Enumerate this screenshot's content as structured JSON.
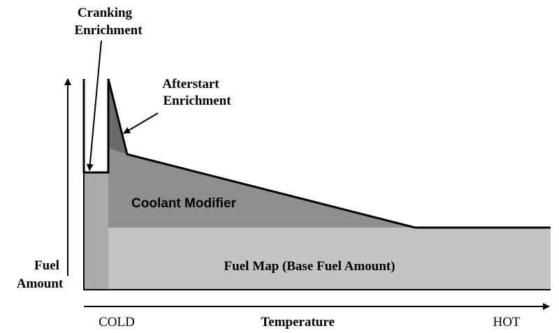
{
  "labels": {
    "cranking_line1": "Cranking",
    "cranking_line2": "Enrichment",
    "afterstart_line1": "Afterstart",
    "afterstart_line2": "Enrichment",
    "coolant_modifier": "Coolant Modifier",
    "fuel_map": "Fuel Map (Base Fuel Amount)",
    "y_axis_line1": "Fuel",
    "y_axis_line2": "Amount",
    "x_axis_title": "Temperature",
    "x_axis_left": "COLD",
    "x_axis_right": "HOT"
  },
  "colors": {
    "fuel_map": "#c4c4c4",
    "cranking_region": "#ababab",
    "coolant_modifier": "#8f8f8f",
    "afterstart": "#6a6a6a",
    "outline": "#000000"
  }
}
